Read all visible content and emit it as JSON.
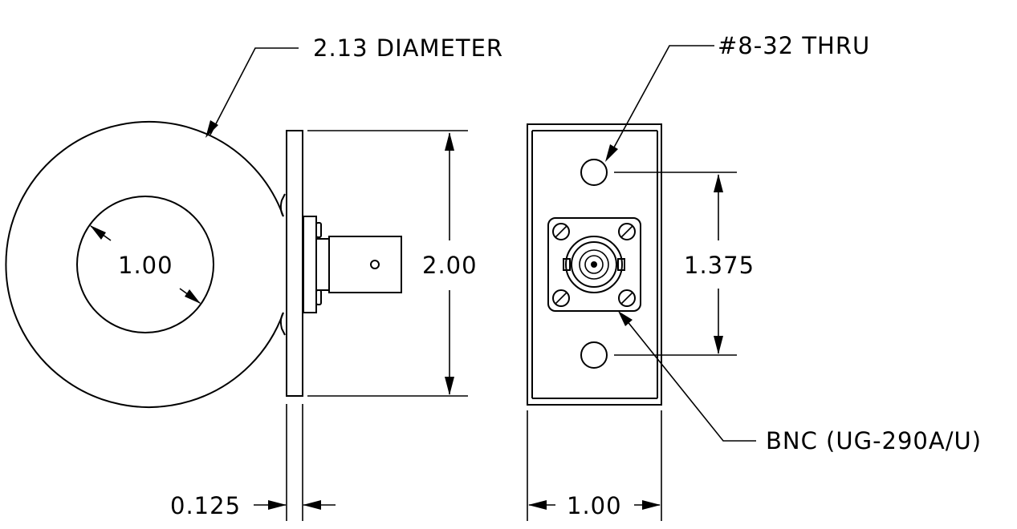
{
  "drawing": {
    "callouts": {
      "outer_diameter": "2.13 DIAMETER",
      "hole_thread": "#8-32 THRU",
      "connector": "BNC (UG-290A/U)"
    },
    "dimensions": {
      "inner_diameter": "1.00",
      "height": "2.00",
      "hole_spacing": "1.375",
      "plate_thickness": "0.125",
      "block_width": "1.00"
    }
  }
}
